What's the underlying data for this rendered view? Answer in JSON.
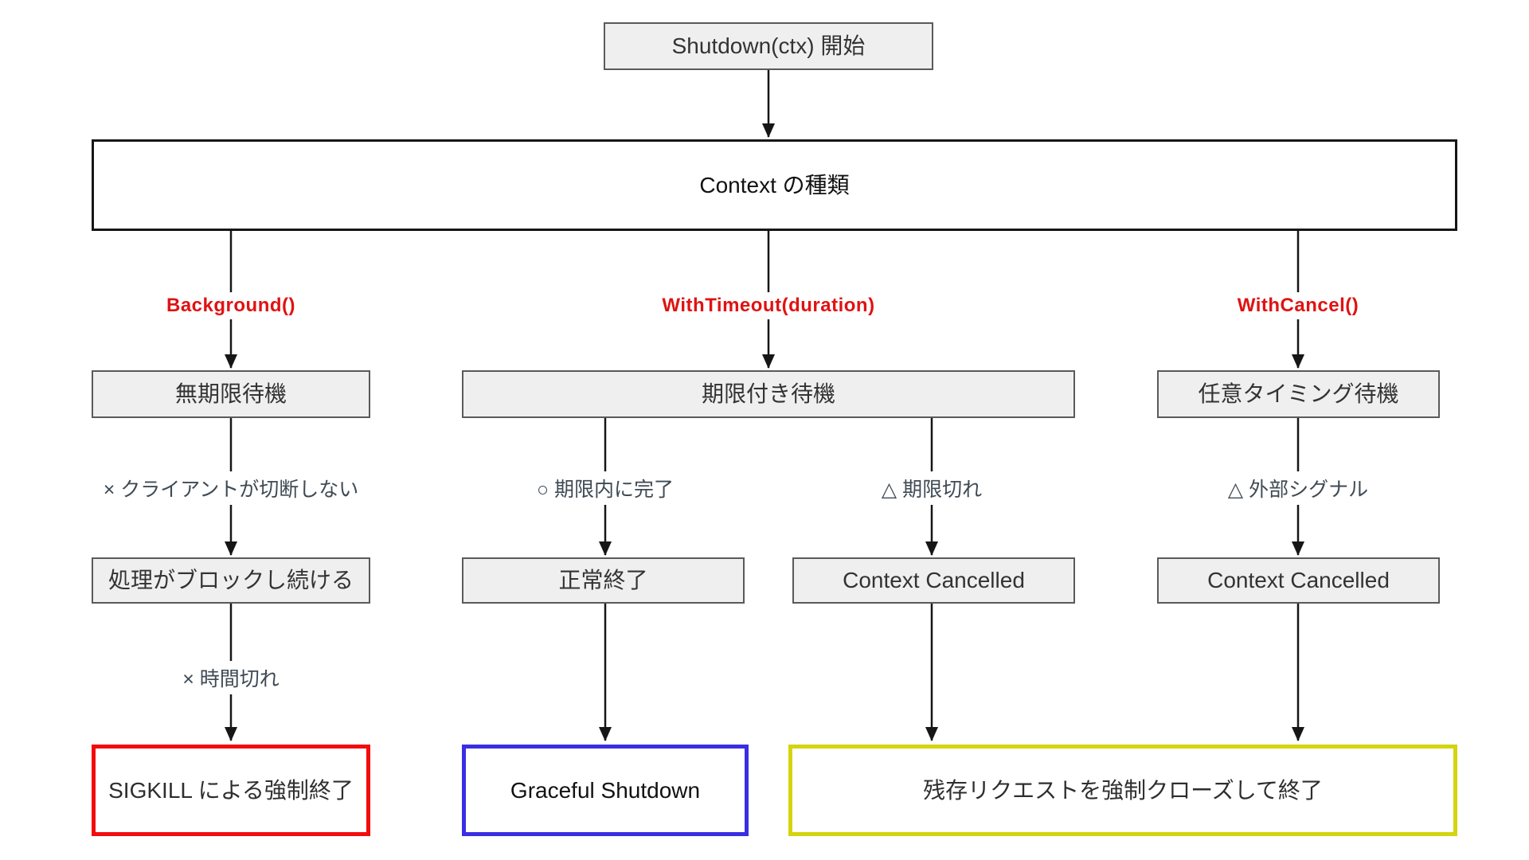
{
  "diagram_title": "Shutdown context flow",
  "nodes": {
    "start": {
      "label": "Shutdown(ctx) 開始"
    },
    "context_type": {
      "label": "Context の種類"
    },
    "indefinite_wait": {
      "label": "無期限待機"
    },
    "deadline_wait": {
      "label": "期限付き待機"
    },
    "arbitrary_wait": {
      "label": "任意タイミング待機"
    },
    "keeps_blocking": {
      "label": "処理がブロックし続ける"
    },
    "normal_exit": {
      "label": "正常終了"
    },
    "ctx_cancelled_timeout": {
      "label": "Context Cancelled"
    },
    "ctx_cancelled_signal": {
      "label": "Context Cancelled"
    },
    "sigkill_end": {
      "label": "SIGKILL による強制終了"
    },
    "graceful_shutdown": {
      "label": "Graceful Shutdown"
    },
    "force_close_end": {
      "label": "残存リクエストを強制クローズして終了"
    }
  },
  "edge_labels": {
    "background_fn": "Background()",
    "with_timeout_fn": "WithTimeout(duration)",
    "with_cancel_fn": "WithCancel()",
    "client_no_disconnect": "× クライアントが切断しない",
    "done_within_deadline": "○ 期限内に完了",
    "deadline_exceeded": "△ 期限切れ",
    "external_signal": "△ 外部シグナル",
    "time_up": "× 時間切れ"
  },
  "colors": {
    "node_fill": "#efefef",
    "node_border": "#5a5a5a",
    "plain_border": "#161616",
    "arrow": "#161616",
    "fn_label_red": "#e01212",
    "edge_label_gray": "#3f4a54",
    "end_red": "#f20d0d",
    "end_blue": "#3a2ee2",
    "end_yellow": "#d4d40f"
  }
}
